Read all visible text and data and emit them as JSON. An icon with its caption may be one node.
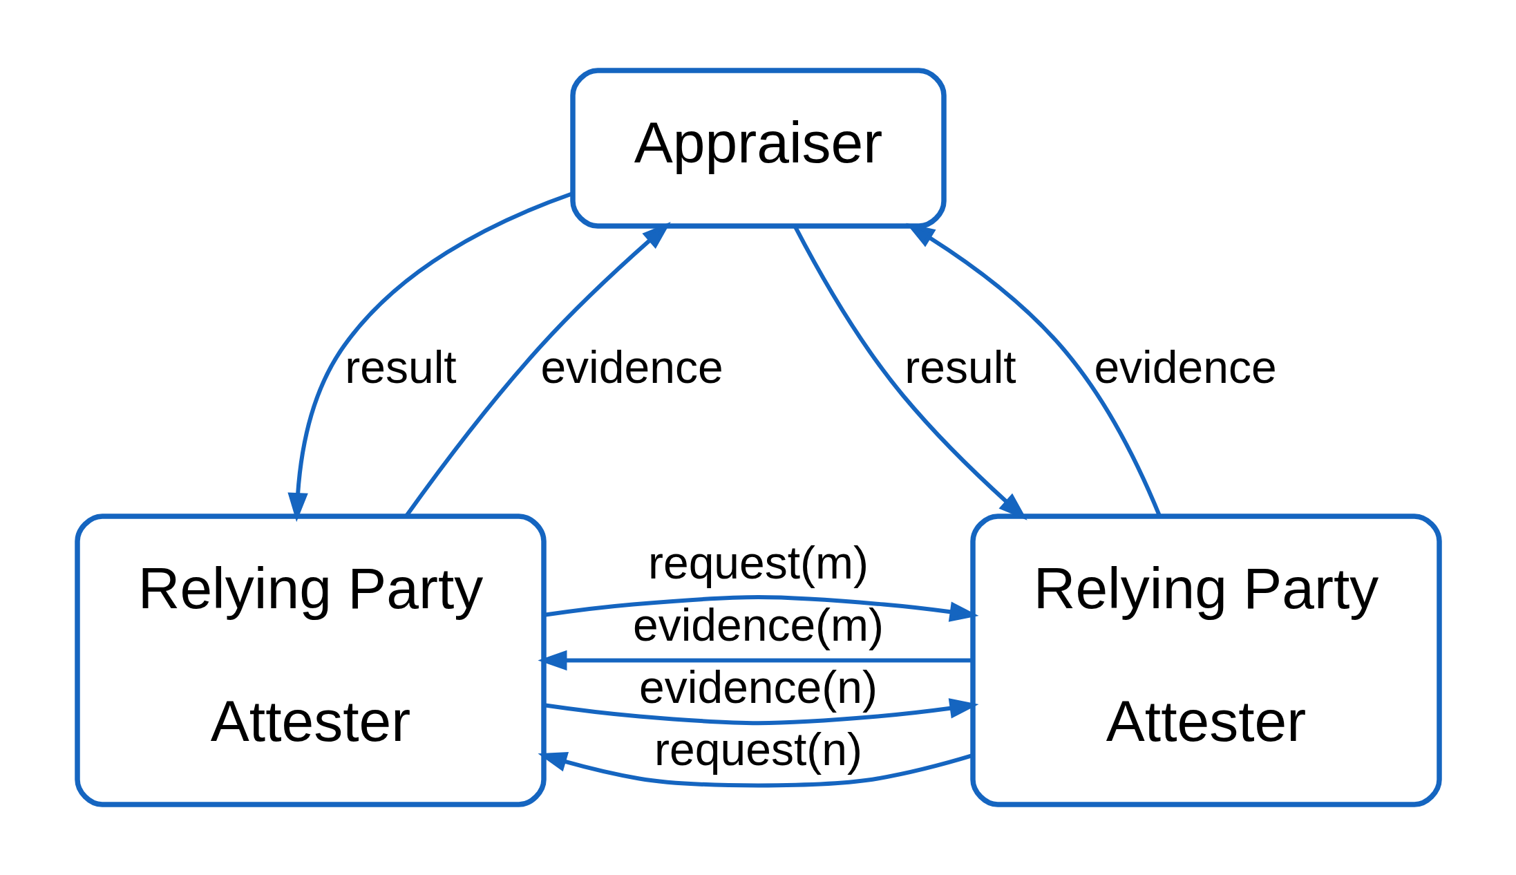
{
  "diagram": {
    "nodes": [
      {
        "text": [
          "Appraiser"
        ]
      },
      {
        "text": [
          "Relying Party",
          "Attester"
        ]
      },
      {
        "text": [
          "Relying Party",
          "Attester"
        ]
      }
    ],
    "edges": [
      {
        "from": 1,
        "to": 0,
        "arrow": "to",
        "label": "evidence"
      },
      {
        "from": 0,
        "to": 1,
        "arrow": "to",
        "label": "result"
      },
      {
        "from": 2,
        "to": 0,
        "arrow": "to",
        "label": "evidence"
      },
      {
        "from": 0,
        "to": 2,
        "arrow": "to",
        "label": "result"
      },
      {
        "from": 2,
        "to": 1,
        "arrow": "to",
        "label": "request(n)"
      },
      {
        "from": 1,
        "to": 2,
        "arrow": "to",
        "label": "evidence(n)"
      },
      {
        "from": 1,
        "to": 2,
        "arrow": "to",
        "label": "request(m)"
      },
      {
        "from": 2,
        "to": 1,
        "arrow": "to",
        "label": "evidence(m)"
      }
    ]
  }
}
